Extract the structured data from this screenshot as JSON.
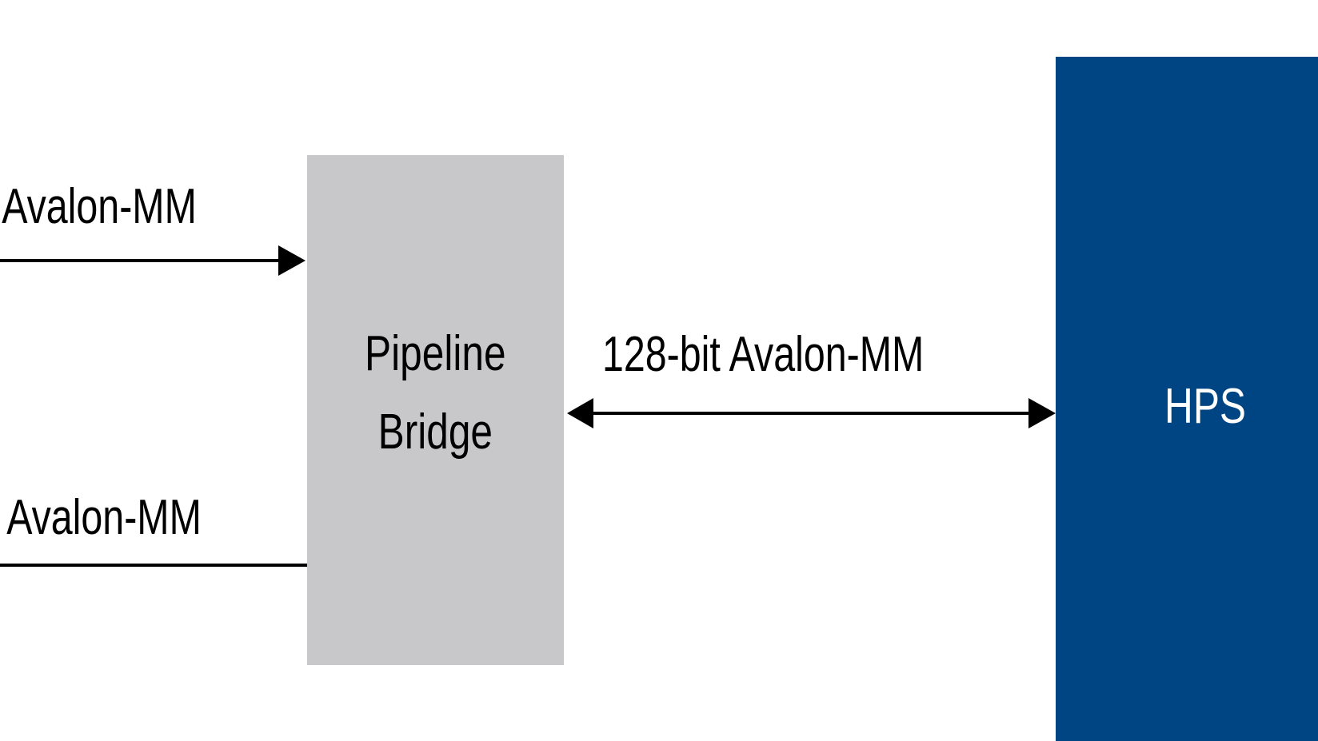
{
  "diagram": {
    "nodes": {
      "pipeline_bridge": {
        "line1": "Pipeline",
        "line2": "Bridge",
        "fill": "#c8c8ca"
      },
      "hps": {
        "label": "HPS",
        "fill": "#004583"
      }
    },
    "edges": {
      "top_input": {
        "label": "t Avalon-MM",
        "direction": "into-pipeline-bridge"
      },
      "bottom_input": {
        "label": "t Avalon-MM",
        "direction": "none"
      },
      "bridge_to_hps": {
        "label": "128-bit Avalon-MM",
        "direction": "bidirectional"
      }
    },
    "colors": {
      "line": "#000000",
      "background": "#ffffff"
    }
  }
}
